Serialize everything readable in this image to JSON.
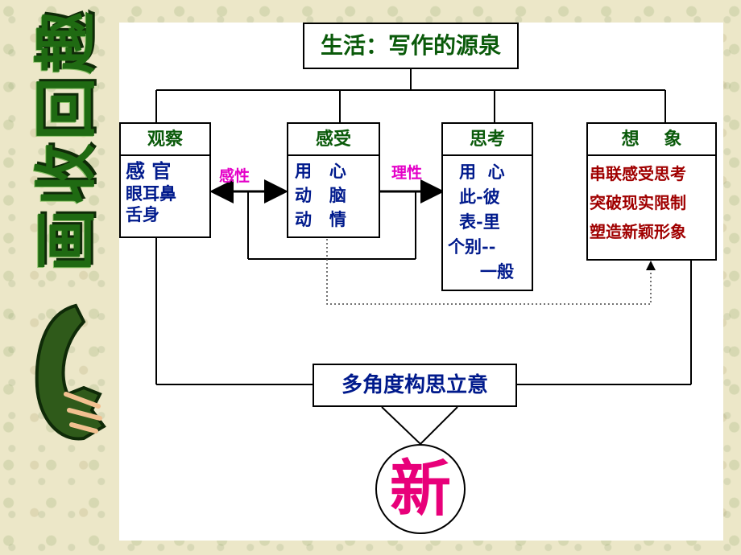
{
  "side_title": {
    "chars": [
      "趣",
      "回",
      "收",
      "画"
    ]
  },
  "diagram": {
    "title": "生活：写作的源泉",
    "boxes": [
      {
        "head": "观察",
        "lines": [
          "感  官",
          "眼耳鼻",
          "舌身"
        ]
      },
      {
        "head": "感受",
        "lines": [
          "用   心",
          "动   脑",
          "动   情"
        ]
      },
      {
        "head": "思考",
        "lines": [
          "用  心",
          "此-彼",
          "表-里",
          "个别--",
          "一般"
        ]
      },
      {
        "head": "想    象",
        "lines": [
          "串联感受思考",
          "突破现实限制",
          "塑造新颖形象"
        ]
      }
    ],
    "arrow_labels": [
      "感性",
      "理性"
    ],
    "bottom": "多角度构思立意",
    "result": "新"
  },
  "colors": {
    "head_text": "#0a5a0a",
    "body_text": "#001a8c",
    "imagine_text": "#a00000",
    "arrow_label": "#e400c8",
    "result_text": "#e8007a",
    "side_title": "#1f6a12"
  }
}
